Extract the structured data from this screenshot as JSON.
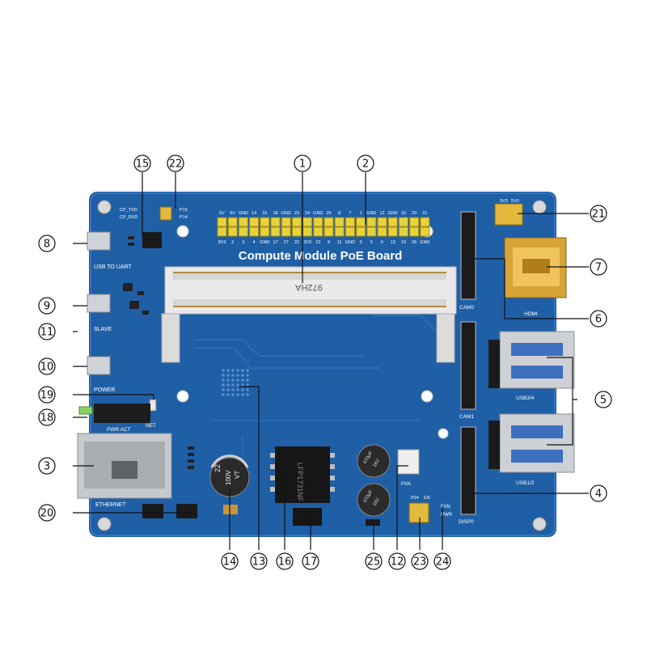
{
  "board": {
    "title": "Compute Module PoE Board",
    "socket_text": "972HA",
    "header_top_labels": [
      "5V",
      "5V",
      "GND",
      "14",
      "15",
      "18",
      "GND",
      "23",
      "24",
      "GND",
      "25",
      "8",
      "7",
      "1",
      "GND",
      "12",
      "GND",
      "16",
      "20",
      "21"
    ],
    "header_bottom_labels": [
      "3V3",
      "2",
      "3",
      "4",
      "GND",
      "17",
      "27",
      "22",
      "3V3",
      "10",
      "9",
      "11",
      "GND",
      "0",
      "5",
      "6",
      "13",
      "19",
      "26",
      "GND"
    ],
    "labels": {
      "usb_to_uart": "USB TO UART",
      "slave": "SLAVE",
      "power": "POWER",
      "net": "NET",
      "pwr_act": "PWR ACT",
      "ethernet": "ETHERNET",
      "cam0": "CAM0",
      "cam1": "CAM1",
      "disp0": "DISP0",
      "hdmi": "HDMI",
      "usb34": "USB3/4",
      "usb12": "USB1/2",
      "fan": "FAN",
      "fan_pwr": "FAN",
      "pwr_sel": "PWR",
      "p24": "P24",
      "en": "EN",
      "cp_txd": "CP_TXD",
      "cp_rxd": "CP_RXD",
      "p15": "P15",
      "p14": "P14",
      "jumper_21a": "3V3",
      "jumper_21b": "5V0",
      "cap_value": "22",
      "cap_voltage": "100V",
      "cap_code": "VT",
      "cap_small": "470μF",
      "cap_small_b": "16V",
      "transformer_text": "LFP1731NF"
    }
  },
  "callouts": [
    {
      "n": "1"
    },
    {
      "n": "2"
    },
    {
      "n": "3"
    },
    {
      "n": "4"
    },
    {
      "n": "5"
    },
    {
      "n": "6"
    },
    {
      "n": "7"
    },
    {
      "n": "8"
    },
    {
      "n": "9"
    },
    {
      "n": "10"
    },
    {
      "n": "11"
    },
    {
      "n": "12"
    },
    {
      "n": "13"
    },
    {
      "n": "14"
    },
    {
      "n": "15"
    },
    {
      "n": "16"
    },
    {
      "n": "17"
    },
    {
      "n": "18"
    },
    {
      "n": "19"
    },
    {
      "n": "20"
    },
    {
      "n": "21"
    },
    {
      "n": "22"
    },
    {
      "n": "23"
    },
    {
      "n": "24"
    },
    {
      "n": "25"
    }
  ],
  "colors": {
    "pcb": "#1f5fa6",
    "pcb_dark": "#174d8a",
    "header_yellow": "#e8d23a",
    "silver": "#c9ccd1",
    "gold": "#d9a93a",
    "black": "#1a1a1a"
  }
}
